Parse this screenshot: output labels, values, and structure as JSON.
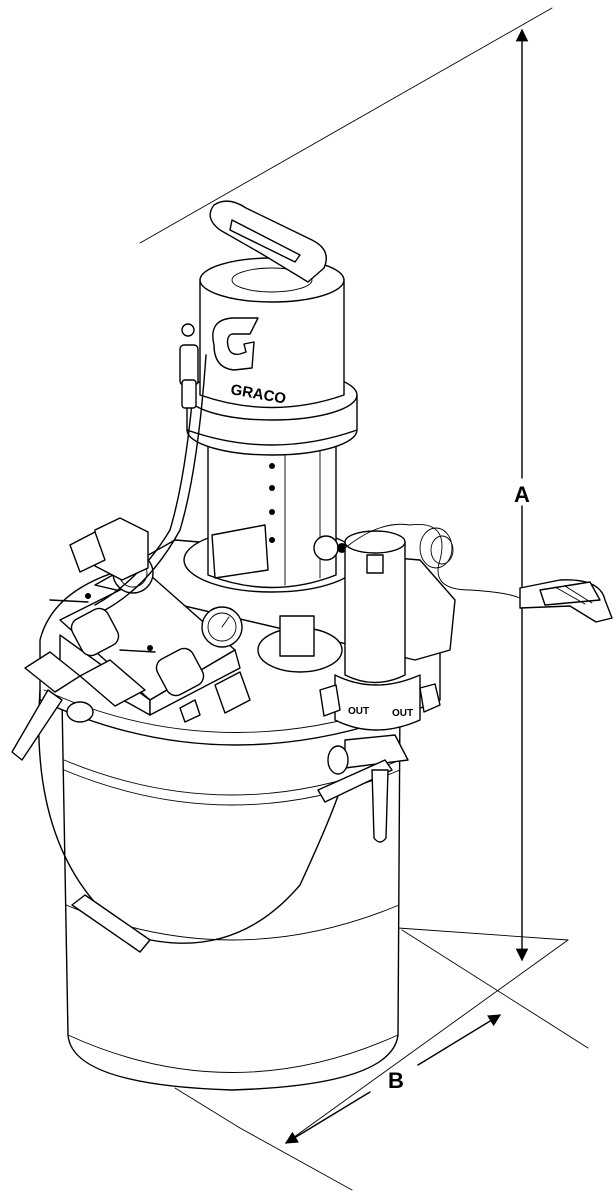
{
  "dimensions": {
    "height_label": "A",
    "depth_label": "B"
  },
  "equipment": {
    "brand_text": "GRACO",
    "outlet_label_left": "OUT",
    "outlet_label_right": "OUT"
  },
  "icons": [
    "pressure-gauge-icon",
    "brand-logo-icon",
    "air-pump-icon",
    "pressure-tank-icon",
    "ground-clamp-icon"
  ]
}
